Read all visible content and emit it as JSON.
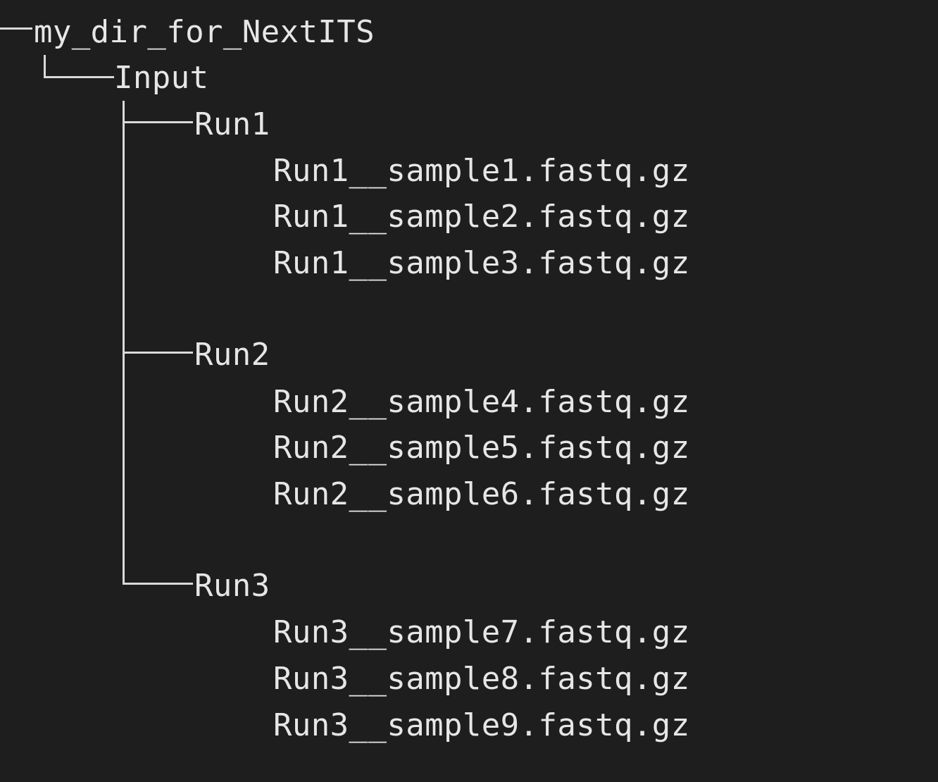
{
  "tree": {
    "root": {
      "label": "my_dir_for_NextITS"
    },
    "input": {
      "label": "Input"
    },
    "runs": [
      {
        "label": "Run1",
        "files": [
          "Run1__sample1.fastq.gz",
          "Run1__sample2.fastq.gz",
          "Run1__sample3.fastq.gz"
        ]
      },
      {
        "label": "Run2",
        "files": [
          "Run2__sample4.fastq.gz",
          "Run2__sample5.fastq.gz",
          "Run2__sample6.fastq.gz"
        ]
      },
      {
        "label": "Run3",
        "files": [
          "Run3__sample7.fastq.gz",
          "Run3__sample8.fastq.gz",
          "Run3__sample9.fastq.gz"
        ]
      }
    ]
  }
}
